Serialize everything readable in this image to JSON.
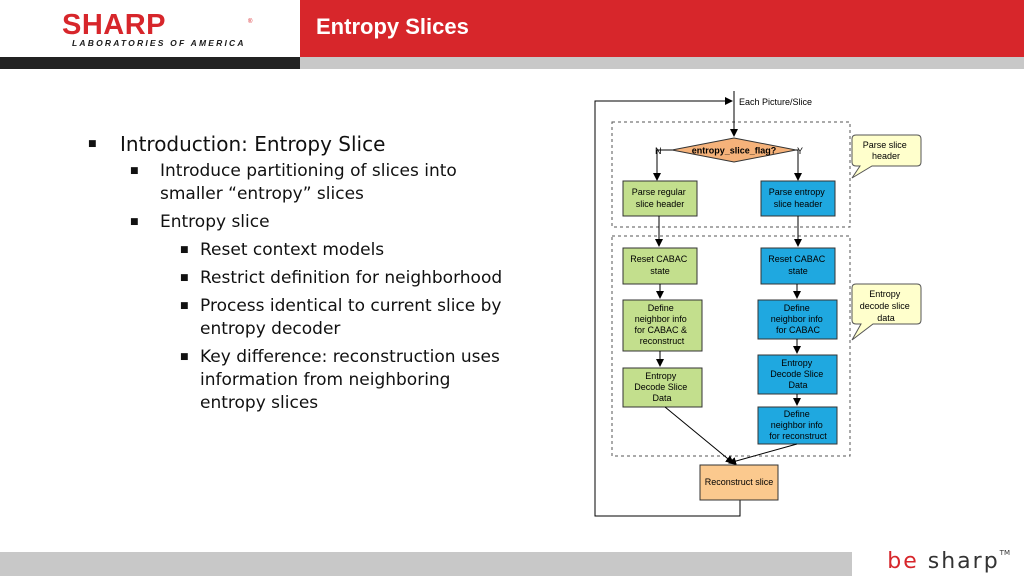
{
  "header": {
    "title": "Entropy Slices",
    "logo_text": "SHARP",
    "logo_sub": "LABORATORIES OF AMERICA"
  },
  "footer": {
    "logo_be": "be",
    "logo_sharp": "sharp",
    "logo_tm": "TM"
  },
  "bullets": {
    "b1": "Introduction: Entropy Slice",
    "b1_1": "Introduce partitioning of slices into smaller “entropy” slices",
    "b1_2": "Entropy slice",
    "b1_2_1": "Reset context models",
    "b1_2_2": "Restrict definition for neighborhood",
    "b1_2_3": "Process identical to current slice by entropy decoder",
    "b1_2_4": "Key difference: reconstruction uses information from neighboring entropy slices"
  },
  "flow": {
    "each_picture": "Each Picture/Slice",
    "decision": "entropy_slice_flag?",
    "no": "N",
    "yes": "Y",
    "parse_regular": [
      "Parse regular",
      "slice header"
    ],
    "parse_entropy": [
      "Parse entropy",
      "slice header"
    ],
    "reset_left": [
      "Reset CABAC",
      "state"
    ],
    "reset_right": [
      "Reset CABAC",
      "state"
    ],
    "define_left": [
      "Define",
      "neighbor info",
      "for CABAC &",
      "reconstruct"
    ],
    "define_right": [
      "Define",
      "neighbor info",
      "for CABAC"
    ],
    "decode_left": [
      "Entropy",
      "Decode Slice",
      "Data"
    ],
    "decode_right": [
      "Entropy",
      "Decode Slice",
      "Data"
    ],
    "define_recon": [
      "Define",
      "neighbor info",
      "for reconstruct"
    ],
    "reconstruct": "Reconstruct slice",
    "callout_parse": [
      "Parse slice",
      "header"
    ],
    "callout_decode": [
      "Entropy",
      "decode slice",
      "data"
    ]
  },
  "colors": {
    "brand_red": "#d7262b",
    "green_box": "#c3df8d",
    "blue_box": "#1fa8e0",
    "orange_box": "#fbc98e",
    "callout": "#ffffcc",
    "diamond": "#f5b27a"
  }
}
